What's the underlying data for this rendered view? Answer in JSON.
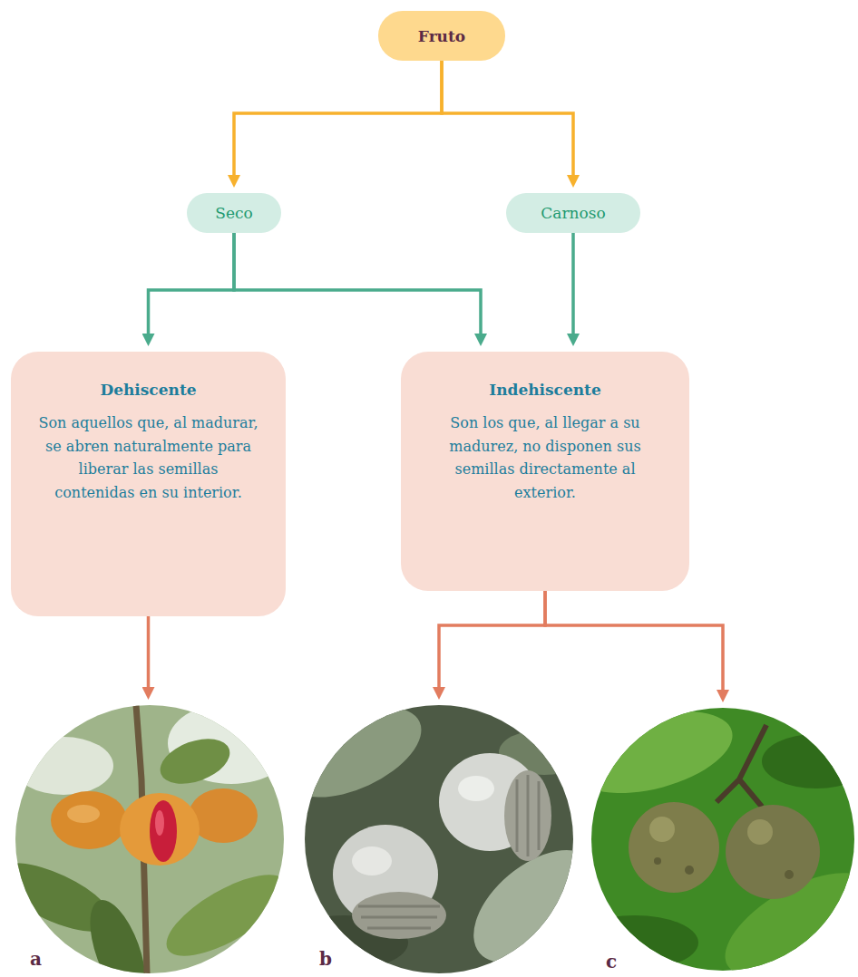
{
  "diagram": {
    "nodes": [
      {
        "text": [
          "Fruto"
        ]
      },
      {
        "text": [
          "Seco"
        ]
      },
      {
        "text": [
          "Carnoso"
        ]
      },
      {
        "text": [
          "Dehiscente",
          "Son aquellos que, al madurar, se abren naturalmente para liberar las semillas contenidas en su interior."
        ]
      },
      {
        "text": [
          "Indehiscente",
          "Son los que, al llegar a su madurez, no disponen sus semillas directamente al exterior."
        ]
      },
      {
        "text": [
          "a"
        ]
      },
      {
        "text": [
          "b"
        ]
      },
      {
        "text": [
          "c"
        ]
      }
    ],
    "edges": [
      {
        "from": 0,
        "to": 1,
        "arrow": "to"
      },
      {
        "from": 0,
        "to": 2,
        "arrow": "to"
      },
      {
        "from": 1,
        "to": 3,
        "arrow": "to"
      },
      {
        "from": 1,
        "to": 4,
        "arrow": "to"
      },
      {
        "from": 2,
        "to": 4,
        "arrow": "to"
      },
      {
        "from": 3,
        "to": 5,
        "arrow": "to"
      },
      {
        "from": 4,
        "to": 6,
        "arrow": "to"
      },
      {
        "from": 4,
        "to": 7,
        "arrow": "to"
      }
    ]
  }
}
